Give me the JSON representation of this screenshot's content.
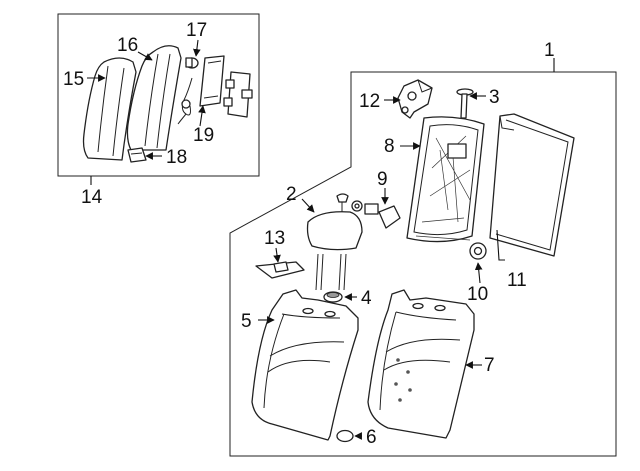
{
  "callouts": {
    "c1": "1",
    "c2": "2",
    "c3": "3",
    "c4": "4",
    "c5": "5",
    "c6": "6",
    "c7": "7",
    "c8": "8",
    "c9": "9",
    "c10": "10",
    "c11": "11",
    "c12": "12",
    "c13": "13",
    "c14": "14",
    "c15": "15",
    "c16": "16",
    "c17": "17",
    "c18": "18",
    "c19": "19"
  },
  "colors": {
    "line": "#222222",
    "background": "#ffffff"
  }
}
